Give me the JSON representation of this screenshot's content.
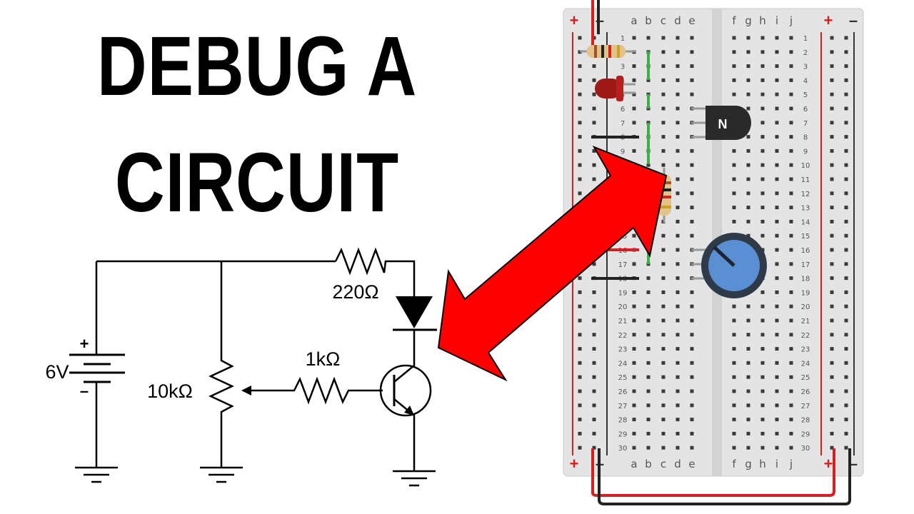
{
  "title": {
    "line1": "DEBUG A",
    "line2": "CIRCUIT"
  },
  "schematic": {
    "battery": {
      "voltage": "6V",
      "plus": "+",
      "minus": "–"
    },
    "potentiometer": {
      "value": "10kΩ"
    },
    "led_resistor": {
      "value": "220Ω"
    },
    "base_resistor": {
      "value": "1kΩ"
    }
  },
  "breadboard": {
    "columns_left": [
      "a",
      "b",
      "c",
      "d",
      "e"
    ],
    "columns_right": [
      "f",
      "g",
      "h",
      "i",
      "j"
    ],
    "rails": {
      "plus": "+",
      "minus": "–"
    },
    "rows": 30,
    "transistor_label": "N"
  },
  "colors": {
    "arrow": "#ff0000",
    "breadboard": "#e4e4e4",
    "wire_red": "#d42020",
    "wire_black": "#222222",
    "jumper_green": "#3cb043",
    "pot_knob": "#5b8fd4"
  }
}
